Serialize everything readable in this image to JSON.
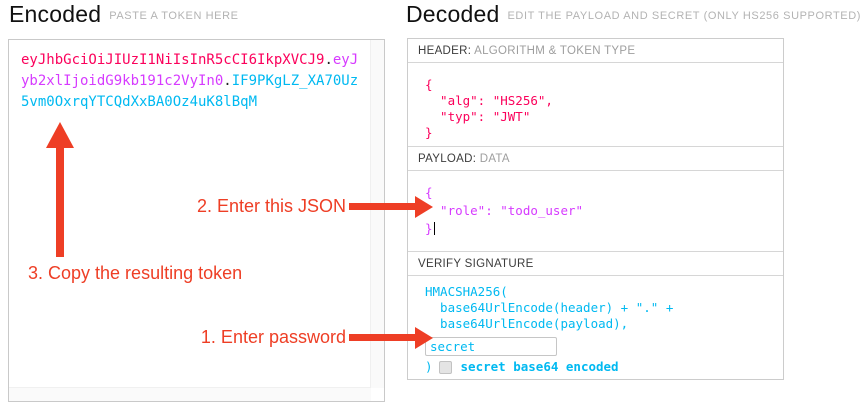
{
  "colors": {
    "header_segment": "#fb015b",
    "payload_segment": "#d63aff",
    "signature_segment": "#00b9f1",
    "annotation": "#ee3e25"
  },
  "encoded": {
    "title": "Encoded",
    "subtitle": "PASTE A TOKEN HERE",
    "token": {
      "header_part": "eyJhbGciOiJIUzI1NiIsInR5cCI6IkpXVCJ9",
      "dot1": ".",
      "payload_part": "eyJyb2xlIjoidG9kb191c2VyIn0",
      "dot2": ".",
      "signature_part": "IF9PKgLZ_XA70Uz5vm0OxrqYTCQdXxBA0Oz4uK8lBqM"
    }
  },
  "decoded": {
    "title": "Decoded",
    "subtitle": "EDIT THE PAYLOAD AND SECRET (ONLY HS256 SUPPORTED)",
    "header_section": {
      "label_primary": "HEADER:",
      "label_secondary": " ALGORITHM & TOKEN TYPE",
      "code": "{\n  \"alg\": \"HS256\",\n  \"typ\": \"JWT\"\n}"
    },
    "payload_section": {
      "label_primary": "PAYLOAD:",
      "label_secondary": " DATA",
      "code": "{\n  \"role\": \"todo_user\"\n}"
    },
    "signature_section": {
      "label_primary": "VERIFY SIGNATURE",
      "code_lines": "HMACSHA256(\n  base64UrlEncode(header) + \".\" +\n  base64UrlEncode(payload),",
      "secret_value": "secret",
      "close_paren": ")",
      "checkbox_label": "secret base64 encoded"
    }
  },
  "annotations": {
    "step1": "1. Enter password",
    "step2": "2. Enter this JSON",
    "step3": "3. Copy the resulting token"
  }
}
